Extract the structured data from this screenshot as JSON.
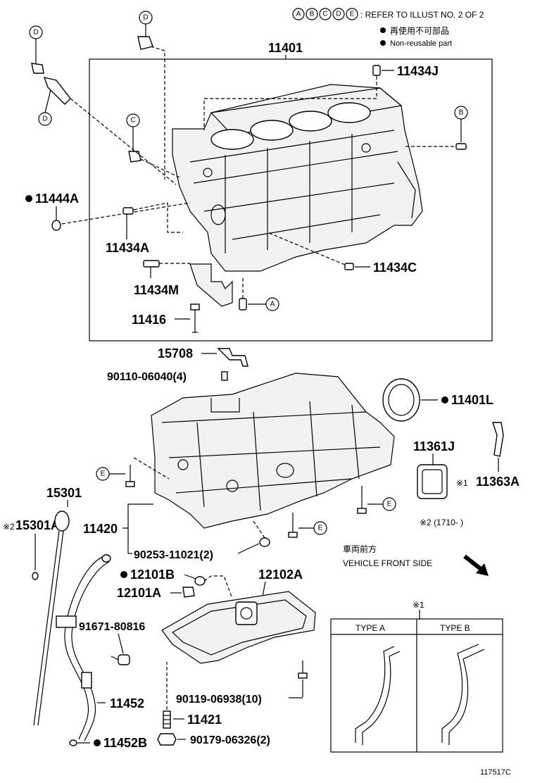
{
  "header": {
    "ref_letters": [
      "A",
      "B",
      "C",
      "D",
      "E"
    ],
    "ref_text": ": REFER TO ILLUST NO. 2 OF 2",
    "legend_jp": "再使用不可部品",
    "legend_en": "Non-reusable part"
  },
  "labels": {
    "p11401": "11401",
    "p11434J": "11434J",
    "p11444A": "11444A",
    "p11434A": "11434A",
    "p11434M": "11434M",
    "p11434C": "11434C",
    "p11416": "11416",
    "p15708": "15708",
    "p90110": "90110-06040(4)",
    "p11401L": "11401L",
    "p11361J": "11361J",
    "p11363A": "11363A",
    "note1_mark": "※1",
    "p15301": "15301",
    "p15301A": "15301A",
    "note2_mark": "※2",
    "p11420": "11420",
    "note_date": "※2 (1710-     )",
    "p90253": "90253-11021(2)",
    "p12101B": "12101B",
    "p12101A": "12101A",
    "p12102A": "12102A",
    "front_jp": "車両前方",
    "front_en": "VEHICLE FRONT SIDE",
    "p91671": "91671-80816",
    "p90119": "90119-06938(10)",
    "p11452": "11452",
    "p11421": "11421",
    "p90179": "90179-06326(2)",
    "p11452B": "11452B",
    "type_mark": "※1",
    "type_a": "TYPE A",
    "type_b": "TYPE B",
    "footer_id": "117517C"
  },
  "callouts": {
    "d1": "D",
    "d2": "D",
    "d3": "D",
    "c1": "C",
    "b1": "B",
    "a1": "A",
    "e1": "E",
    "e2": "E",
    "e3": "E"
  }
}
